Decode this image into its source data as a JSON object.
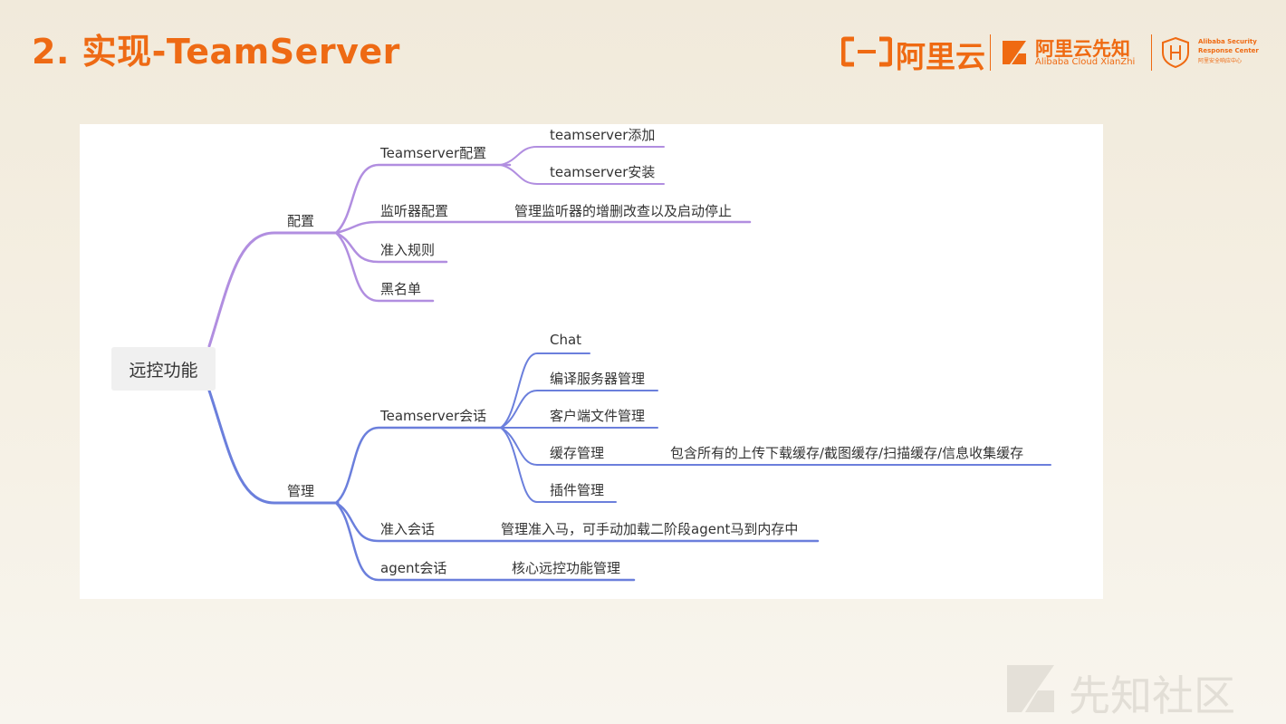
{
  "slide": {
    "title": "2. 实现-TeamServer"
  },
  "header_logos": {
    "aliyun_mark": "(−)",
    "aliyun_text": "阿里云",
    "xianzhi_text": "阿里云先知",
    "xianzhi_sub": "Alibaba Cloud XianZhi",
    "asrc_line1": "Alibaba Security",
    "asrc_line2": "Response Center",
    "asrc_line3": "阿里安全响应中心"
  },
  "mindmap": {
    "root": "远控功能",
    "config": {
      "label": "配置",
      "teamserver_config": {
        "label": "Teamserver配置",
        "add": "teamserver添加",
        "install": "teamserver安装"
      },
      "listener_config": {
        "label": "监听器配置",
        "desc": "管理监听器的增删改查以及启动停止"
      },
      "admission_rules": "准入规则",
      "blacklist": "黑名单"
    },
    "manage": {
      "label": "管理",
      "teamserver_session": {
        "label": "Teamserver会话",
        "chat": "Chat",
        "compile_server": "编译服务器管理",
        "client_file": "客户端文件管理",
        "cache": {
          "label": "缓存管理",
          "desc": "包含所有的上传下载缓存/截图缓存/扫描缓存/信息收集缓存"
        },
        "plugin": "插件管理"
      },
      "admission_session": {
        "label": "准入会话",
        "desc": "管理准入马，可手动加载二阶段agent马到内存中"
      },
      "agent_session": {
        "label": "agent会话",
        "desc": "核心远控功能管理"
      }
    }
  },
  "watermark": {
    "text": "先知社区"
  },
  "colors": {
    "accent": "#ee6a14",
    "config_branch": "#b18ee0",
    "manage_branch": "#6b7fdc"
  }
}
